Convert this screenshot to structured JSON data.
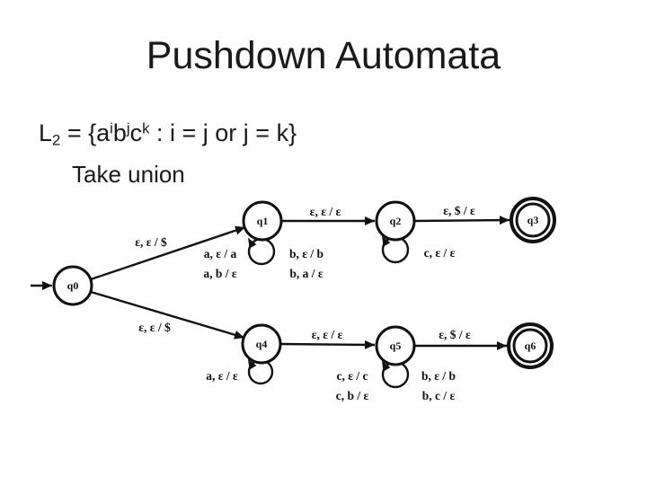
{
  "slide": {
    "title": "Pushdown Automata",
    "formula": {
      "base": "L",
      "sub": "2",
      "mid": " = {",
      "a": "a",
      "sup_i": "i",
      "b": "b",
      "sup_j": "j",
      "c": "c",
      "sup_k": "k",
      "tail": " : i = j or j = k}"
    },
    "subtitle": "Take union"
  },
  "automaton": {
    "states": [
      {
        "label": "q0",
        "start": true,
        "accepting": false
      },
      {
        "label": "q1",
        "start": false,
        "accepting": false
      },
      {
        "label": "q2",
        "start": false,
        "accepting": false
      },
      {
        "label": "q3",
        "start": false,
        "accepting": true
      },
      {
        "label": "q4",
        "start": false,
        "accepting": false
      },
      {
        "label": "q5",
        "start": false,
        "accepting": false
      },
      {
        "label": "q6",
        "start": false,
        "accepting": true
      }
    ],
    "edge_labels": {
      "q0_q1": "ε, ε / $",
      "q0_q4": "ε, ε / $",
      "q1_q2": "ε, ε / ε",
      "q2_q3": "ε, $ / ε",
      "q4_q5": "ε, ε / ε",
      "q5_q6": "ε, $ / ε"
    },
    "loop_labels": {
      "q1_left": [
        "a, ε / a",
        "a, b / ε"
      ],
      "q1_right": [
        "b, ε / b",
        "b, a / ε"
      ],
      "q2_right": [
        "c, ε / ε"
      ],
      "q4_left": [
        "a, ε / ε"
      ],
      "q5_left": [
        "c, ε / c",
        "c, b / ε"
      ],
      "q5_right": [
        "b, ε / b",
        "b, c / ε"
      ]
    }
  },
  "colors": {
    "ink": "#111111",
    "background": "#ffffff"
  }
}
